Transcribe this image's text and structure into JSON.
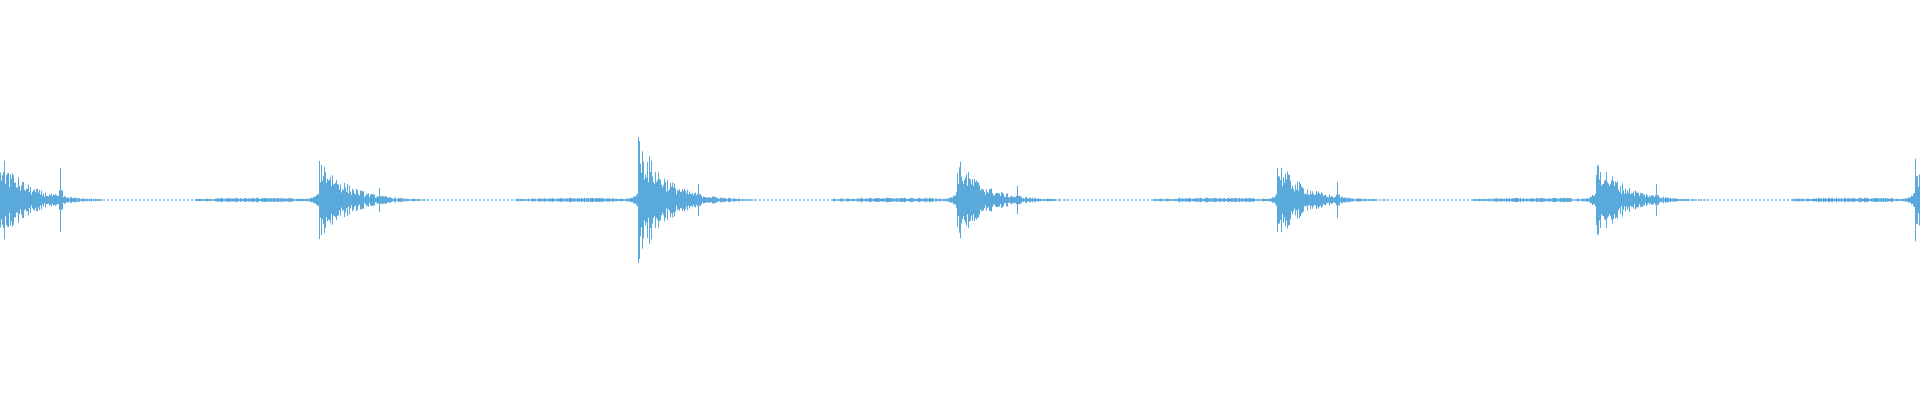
{
  "waveform": {
    "color": "#5aa9dc",
    "background": "#ffffff",
    "baseline_amplitude": 0.005,
    "beats": [
      {
        "start": 0.0,
        "peak": 0.23,
        "pre_swell": 0.0,
        "decay": 0.03,
        "click_offset": 0.0313,
        "click_amp": 0.16
      },
      {
        "start": 0.1661,
        "peak": 0.24,
        "pre_swell": 0.05,
        "decay": 0.03,
        "click_offset": 0.0313,
        "click_amp": 0.06
      },
      {
        "start": 0.3323,
        "peak": 0.34,
        "pre_swell": 0.04,
        "decay": 0.03,
        "click_offset": 0.0313,
        "click_amp": 0.08
      },
      {
        "start": 0.4984,
        "peak": 0.22,
        "pre_swell": 0.05,
        "decay": 0.03,
        "click_offset": 0.0313,
        "click_amp": 0.07
      },
      {
        "start": 0.6651,
        "peak": 0.21,
        "pre_swell": 0.04,
        "decay": 0.03,
        "click_offset": 0.0313,
        "click_amp": 0.09
      },
      {
        "start": 0.8313,
        "peak": 0.23,
        "pre_swell": 0.05,
        "decay": 0.03,
        "click_offset": 0.0313,
        "click_amp": 0.08
      },
      {
        "start": 0.9974,
        "peak": 0.26,
        "pre_swell": 0.05,
        "decay": 0.01,
        "click_offset": 0.0,
        "click_amp": 0.0
      }
    ],
    "quiet_segments": [
      {
        "from": 0.0325,
        "to": 0.1015,
        "level": 0.003,
        "dotted": true
      },
      {
        "from": 0.113,
        "to": 0.153,
        "level": 0.008,
        "dotted": false
      },
      {
        "from": 0.1985,
        "to": 0.268,
        "level": 0.003,
        "dotted": true
      },
      {
        "from": 0.2795,
        "to": 0.32,
        "level": 0.008,
        "dotted": false
      },
      {
        "from": 0.3645,
        "to": 0.434,
        "level": 0.003,
        "dotted": true
      },
      {
        "from": 0.446,
        "to": 0.486,
        "level": 0.008,
        "dotted": false
      },
      {
        "from": 0.5305,
        "to": 0.6005,
        "level": 0.003,
        "dotted": true
      },
      {
        "from": 0.612,
        "to": 0.653,
        "level": 0.008,
        "dotted": false
      },
      {
        "from": 0.697,
        "to": 0.767,
        "level": 0.003,
        "dotted": true
      },
      {
        "from": 0.778,
        "to": 0.819,
        "level": 0.008,
        "dotted": false
      },
      {
        "from": 0.8635,
        "to": 0.933,
        "level": 0.003,
        "dotted": true
      },
      {
        "from": 0.945,
        "to": 0.986,
        "level": 0.008,
        "dotted": false
      }
    ]
  }
}
